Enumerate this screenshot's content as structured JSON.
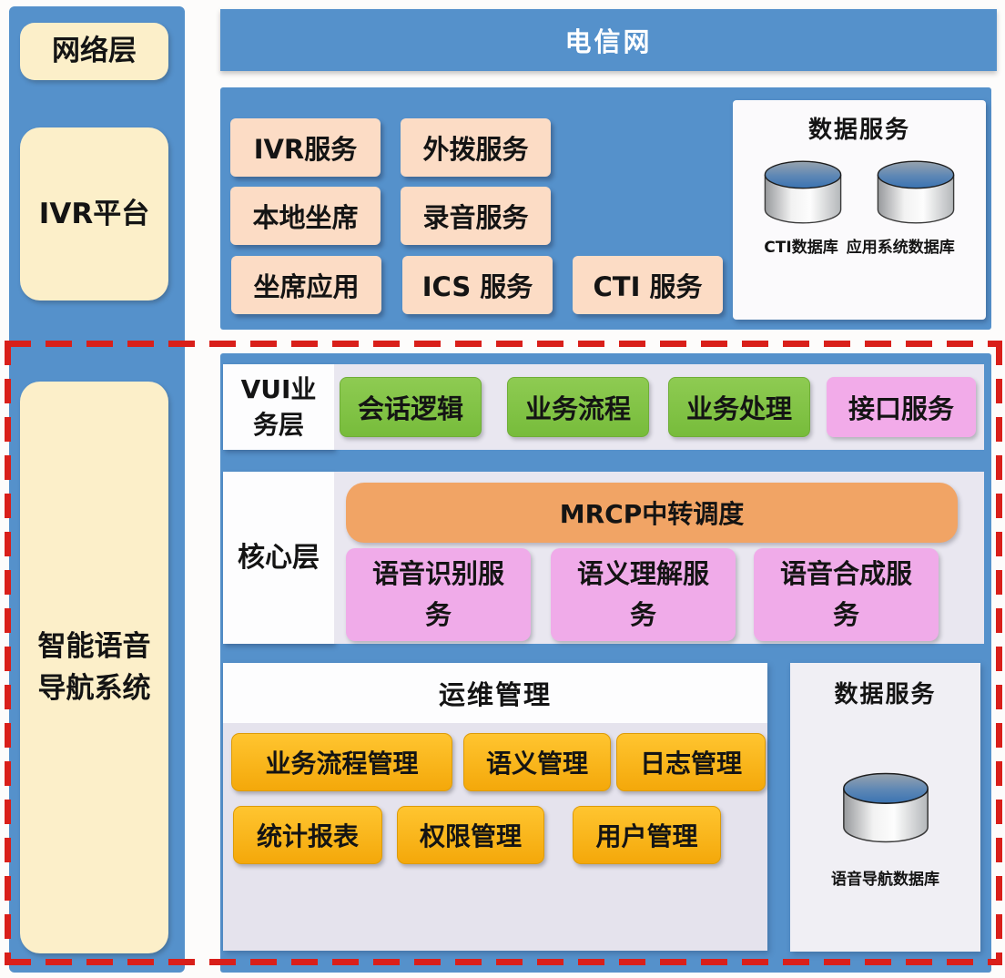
{
  "left": {
    "network_layer": "网络层",
    "ivr_platform": "IVR平台",
    "nav_system": "智能语音导航系统"
  },
  "telecom_bar": "电信网",
  "ivr_panel": {
    "services": [
      "IVR服务",
      "外拨服务",
      "本地坐席",
      "录音服务",
      "坐席应用",
      "ICS 服务",
      "CTI 服务"
    ],
    "data_service": {
      "title": "数据服务",
      "databases": [
        "CTI数据库",
        "应用系统数据库"
      ]
    }
  },
  "nav_panel": {
    "vui": {
      "label": "VUI业务层",
      "boxes": [
        "会话逻辑",
        "业务流程",
        "业务处理",
        "接口服务"
      ]
    },
    "core": {
      "label": "核心层",
      "dispatcher": "MRCP中转调度",
      "services": [
        "语音识别服务",
        "语义理解服务",
        "语音合成服务"
      ]
    },
    "ops": {
      "title": "运维管理",
      "items": [
        "业务流程管理",
        "语义管理",
        "日志管理",
        "统计报表",
        "权限管理",
        "用户管理"
      ]
    },
    "data_service": {
      "title": "数据服务",
      "databases": [
        "语音导航数据库"
      ]
    }
  },
  "colors": {
    "panel_blue": "#5591cb",
    "cream": "#fcefc9",
    "peach": "#fcdcc5",
    "green": "#7fc142",
    "orchid": "#f2abe9",
    "orange": "#f1a465",
    "golden": "#fcb415",
    "lavender": "#e9e7f0",
    "red_dash": "#d91f1a"
  }
}
